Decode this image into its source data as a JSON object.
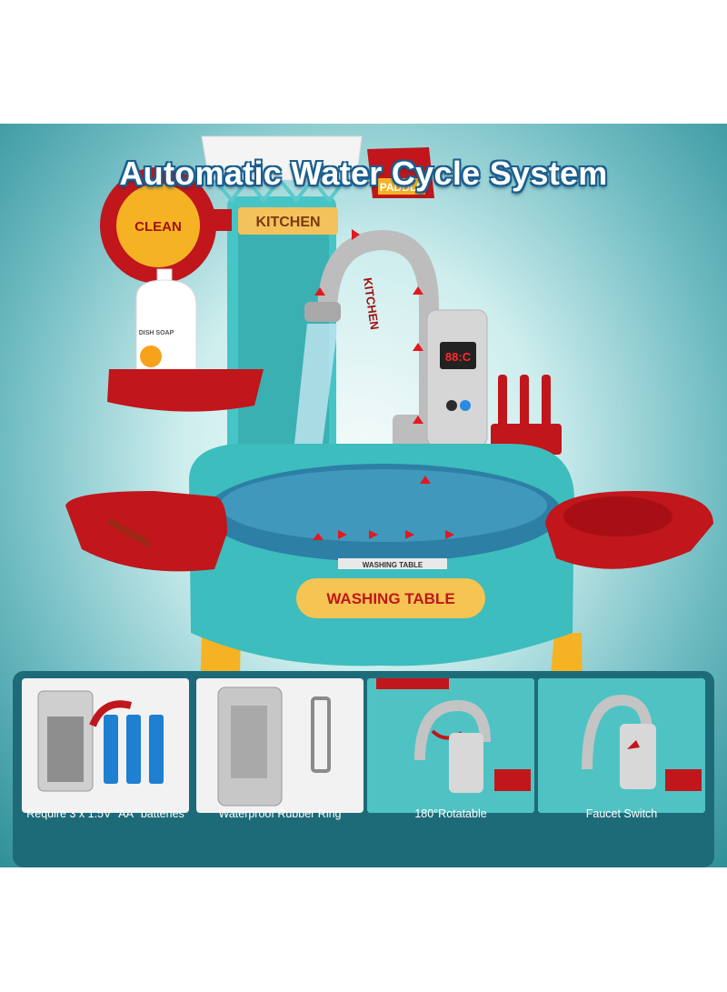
{
  "title": "Automatic Water Cycle System",
  "toy_labels": {
    "clean": "CLEAN",
    "kitchen_top": "KITCHEN",
    "kitchen_faucet": "KITCHEN",
    "paddle": "PADDLE",
    "dish_soap": "DISH SOAP",
    "washing_table": "WASHING TABLE",
    "washing_table_small": "WASHING TABLE",
    "washing_side": "WASHING",
    "display": "88:C"
  },
  "features": [
    {
      "caption": "Require 3 x 1.5V \"AA\" batteries"
    },
    {
      "caption": "Waterproof Rubber Ring"
    },
    {
      "caption": "180°Rotatable"
    },
    {
      "caption": "Faucet Switch"
    }
  ],
  "colors": {
    "teal": "#3dbdbd",
    "red": "#c0161c",
    "yellow": "#f5b324",
    "panel": "#1d6b79",
    "title_outline": "#1b5f8f"
  }
}
